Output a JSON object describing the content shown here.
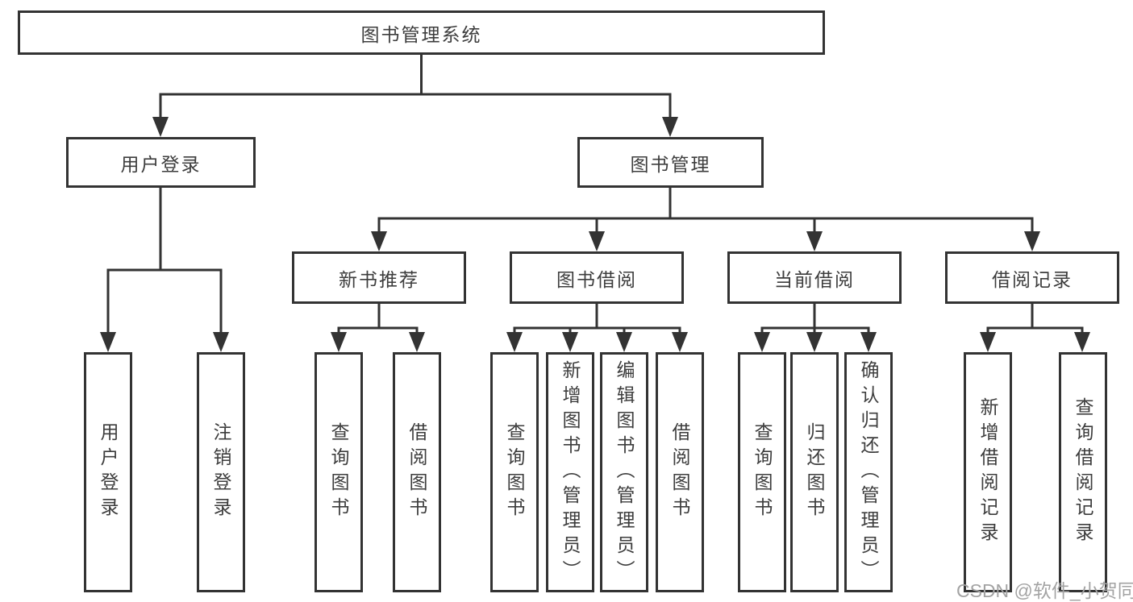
{
  "colors": {
    "line": "#333333",
    "text": "#3d3d3d",
    "watermark": "#a3a3a3"
  },
  "watermark": "CSDN @软件_小贺同学",
  "tree": {
    "root": {
      "label": "图书管理系统",
      "children": [
        {
          "label": "用户登录",
          "children": [
            {
              "label": "用户登录"
            },
            {
              "label": "注销登录"
            }
          ]
        },
        {
          "label": "图书管理",
          "children": [
            {
              "label": "新书推荐",
              "children": [
                {
                  "label": "查询图书"
                },
                {
                  "label": "借阅图书"
                }
              ]
            },
            {
              "label": "图书借阅",
              "children": [
                {
                  "label": "查询图书"
                },
                {
                  "label": "新增图书（管理员）"
                },
                {
                  "label": "编辑图书（管理员）"
                },
                {
                  "label": "借阅图书"
                }
              ]
            },
            {
              "label": "当前借阅",
              "children": [
                {
                  "label": "查询图书"
                },
                {
                  "label": "归还图书"
                },
                {
                  "label": "确认归还（管理员）"
                }
              ]
            },
            {
              "label": "借阅记录",
              "children": [
                {
                  "label": "新增借阅记录"
                },
                {
                  "label": "查询借阅记录"
                }
              ]
            }
          ]
        }
      ]
    }
  }
}
